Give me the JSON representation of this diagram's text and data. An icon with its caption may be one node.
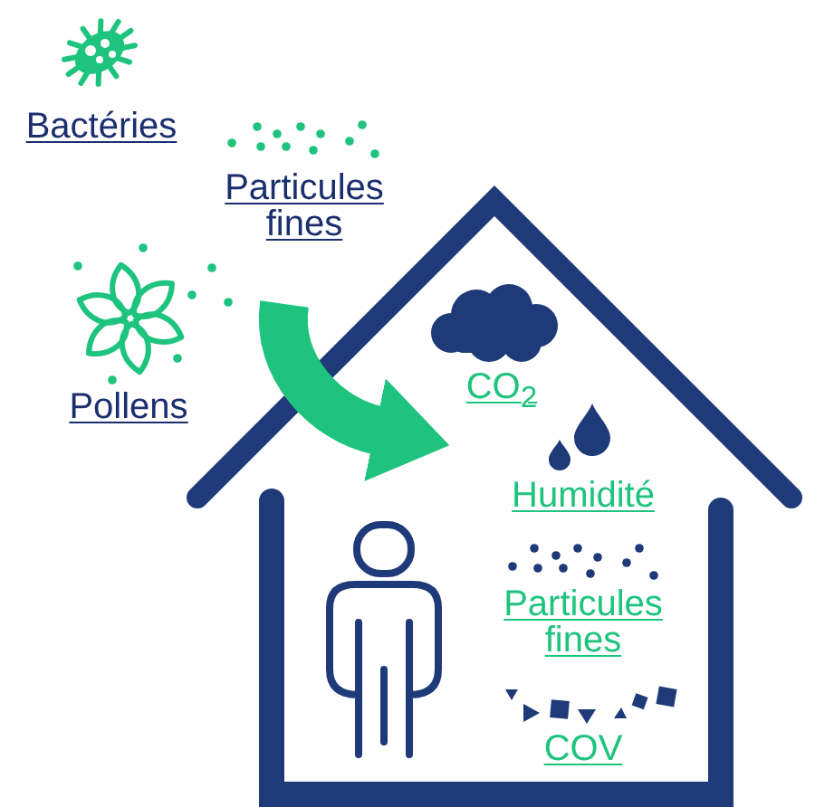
{
  "diagram": {
    "nodes": [
      {
        "text": [
          "CO$_{2}$",
          "Humidité",
          "Particules fines",
          "COV"
        ]
      }
    ],
    "labels": [
      "Bactéries",
      "Particules fines",
      "Pollens"
    ]
  }
}
